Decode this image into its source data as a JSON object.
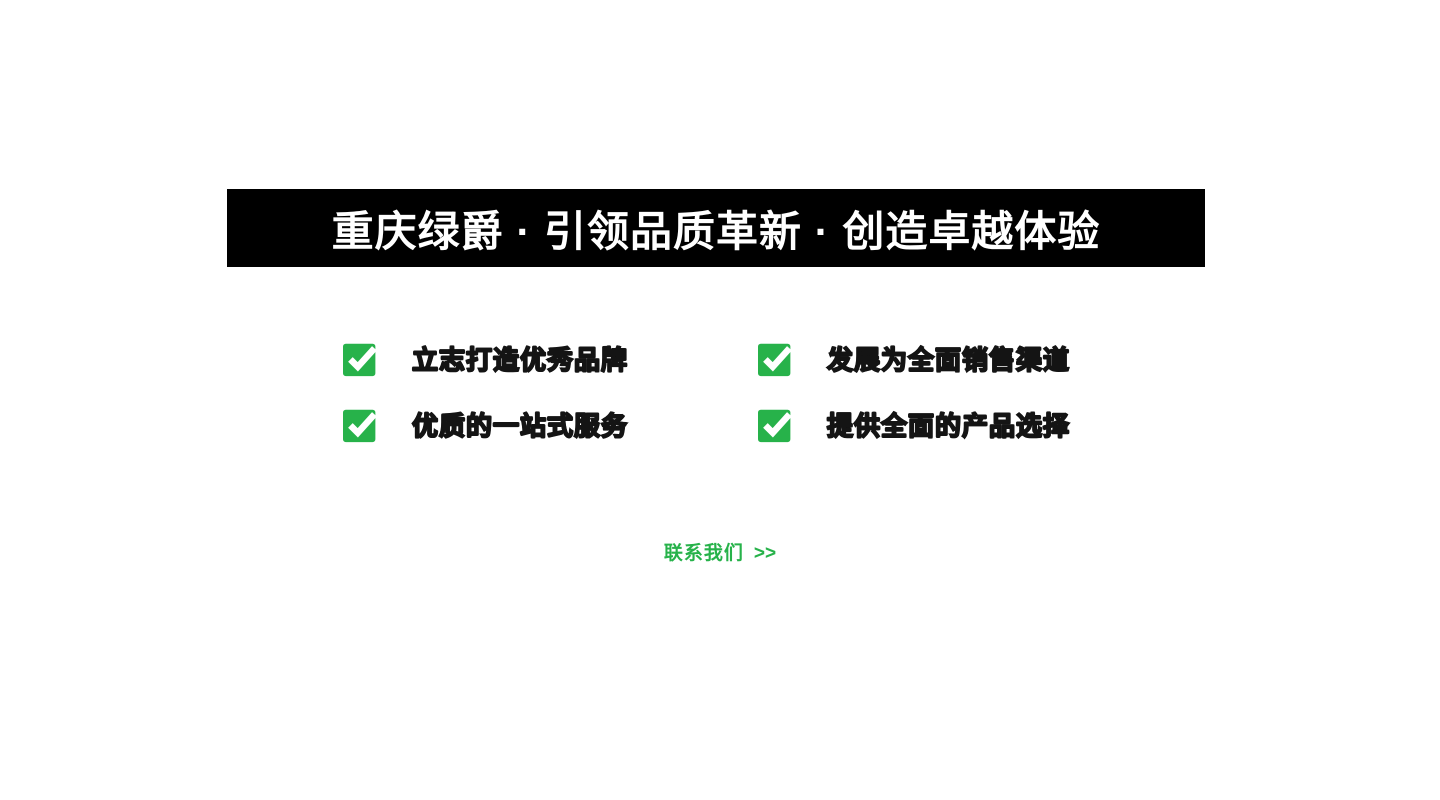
{
  "banner": {
    "title": "重庆绿爵 · 引领品质革新 · 创造卓越体验"
  },
  "features": [
    {
      "label": "立志打造优秀品牌"
    },
    {
      "label": "发展为全面销售渠道"
    },
    {
      "label": "优质的一站式服务"
    },
    {
      "label": "提供全面的产品选择"
    }
  ],
  "contact": {
    "label": "联系我们",
    "arrow": ">>"
  },
  "colors": {
    "accent_green": "#27b24a",
    "banner_background": "#000000",
    "banner_text": "#ffffff"
  }
}
